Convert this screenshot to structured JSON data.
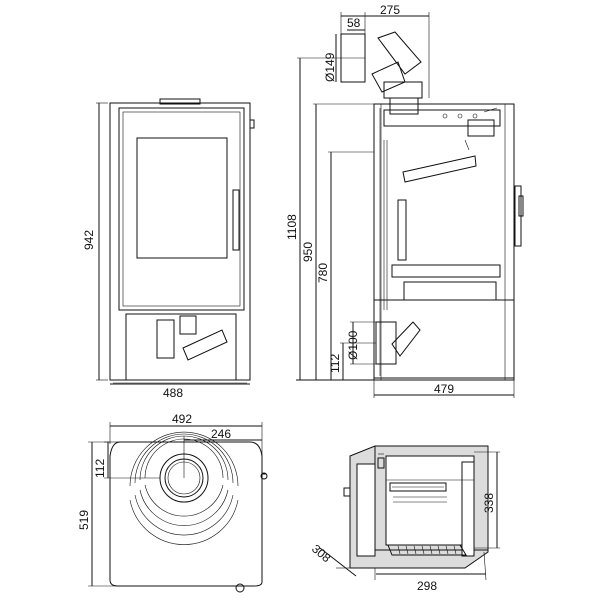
{
  "front_view": {
    "height_label": "942",
    "width_label": "488"
  },
  "side_view": {
    "flue_diameter_label": "Ø149",
    "flue_offset_label": "58",
    "flue_center_label": "275",
    "total_height_label": "1108",
    "height_950_label": "950",
    "height_780_label": "780",
    "air_inlet_diameter_label": "Ø100",
    "air_inlet_height_label": "112",
    "depth_label": "479"
  },
  "top_view": {
    "width_label": "492",
    "flue_from_side_label": "246",
    "flue_from_front_label": "112",
    "depth_label": "519"
  },
  "firebox_view": {
    "height_label": "338",
    "width_label": "298",
    "depth_label": "308"
  }
}
